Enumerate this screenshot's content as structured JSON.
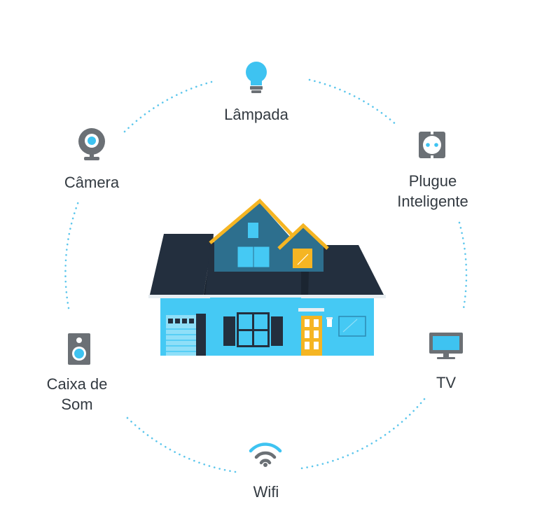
{
  "devices": {
    "lampada": {
      "label": "Lâmpada",
      "icon": "light-bulb-icon"
    },
    "plugue": {
      "label": "Plugue Inteligente",
      "icon": "smart-plug-icon"
    },
    "camera": {
      "label": "Câmera",
      "icon": "camera-icon"
    },
    "caixa": {
      "label": "Caixa de Som",
      "icon": "speaker-icon"
    },
    "tv": {
      "label": "TV",
      "icon": "tv-icon"
    },
    "wifi": {
      "label": "Wifi",
      "icon": "wifi-icon"
    }
  },
  "colors": {
    "accent": "#3ec3f1",
    "icon_gray": "#6b7075",
    "roof": "#232f3e",
    "wall": "#45c9f4",
    "window_dark": "#232f3e",
    "gable": "#2d6f8e",
    "trim_yellow": "#f5b523",
    "text": "#333a41"
  }
}
